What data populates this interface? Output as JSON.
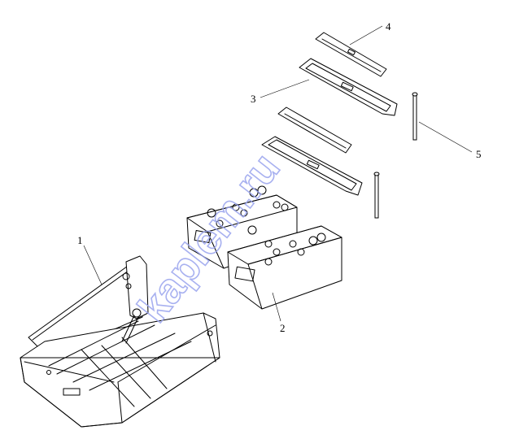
{
  "callouts": [
    {
      "id": "1",
      "label": "1"
    },
    {
      "id": "2",
      "label": "2"
    },
    {
      "id": "3",
      "label": "3"
    },
    {
      "id": "4",
      "label": "4"
    },
    {
      "id": "5",
      "label": "5"
    }
  ],
  "watermark": "kaplem.ru",
  "colors": {
    "line": "#000000",
    "watermark": "#9aa4ee",
    "background": "#ffffff"
  }
}
